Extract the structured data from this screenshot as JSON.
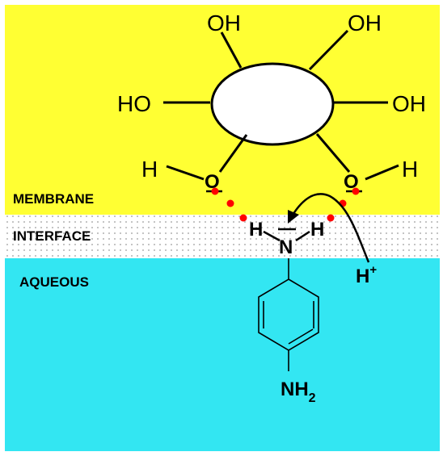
{
  "zones": {
    "membrane": "MEMBRANE",
    "interface": "INTERFACE",
    "aqueous": "AQUEOUS"
  },
  "ring": {
    "top_left": "OH",
    "top_right": "OH",
    "left": "HO",
    "right": "OH",
    "lower_left_h": "H",
    "lower_left_o": "O",
    "lower_right_o": "O",
    "lower_right_h": "H"
  },
  "amine": {
    "h_left": "H",
    "h_right": "H",
    "n": "N",
    "proton": "H",
    "proton_charge": "+",
    "nh2": "NH",
    "nh2_sub": "2"
  },
  "colors": {
    "membrane": "#ffff33",
    "interface_dots": "#9a9a9a",
    "aqueous": "#33e6f2",
    "lone_pair": "#ff0000"
  }
}
